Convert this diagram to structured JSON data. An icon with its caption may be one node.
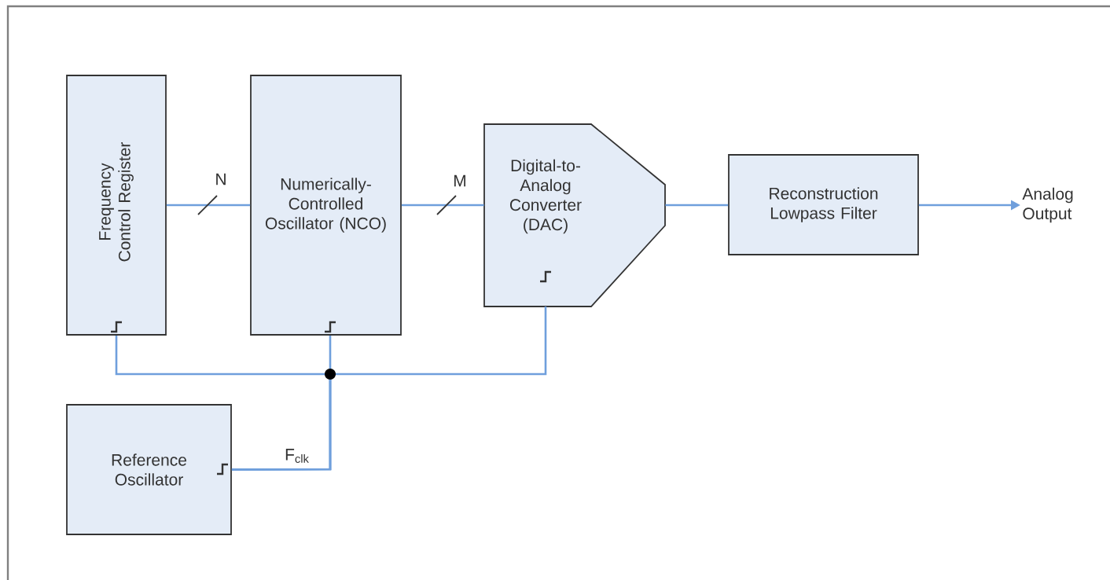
{
  "diagram": {
    "nodes": [
      {
        "text": [
          "Frequency Control Register"
        ]
      },
      {
        "text": [
          "Numerically-Controlled Oscillator (NCO)"
        ]
      },
      {
        "text": [
          "Digital-to-Analog Converter (DAC)"
        ]
      },
      {
        "text": [
          "Reconstruction Lowpass Filter"
        ]
      },
      {
        "text": [
          "Analog Output"
        ]
      },
      {
        "text": [
          "Reference Oscillator"
        ]
      }
    ],
    "edges": [
      {
        "from": 0,
        "to": 1,
        "arrow": "none",
        "label": "N"
      },
      {
        "from": 1,
        "to": 2,
        "arrow": "none",
        "label": "M"
      },
      {
        "from": 2,
        "to": 3,
        "arrow": "none"
      },
      {
        "from": 3,
        "to": 4,
        "arrow": "to"
      },
      {
        "from": 5,
        "to": 0,
        "arrow": "none"
      },
      {
        "from": 5,
        "to": 1,
        "arrow": "none",
        "label": "F$_{clk}$"
      },
      {
        "from": 5,
        "to": 2,
        "arrow": "none"
      }
    ]
  }
}
